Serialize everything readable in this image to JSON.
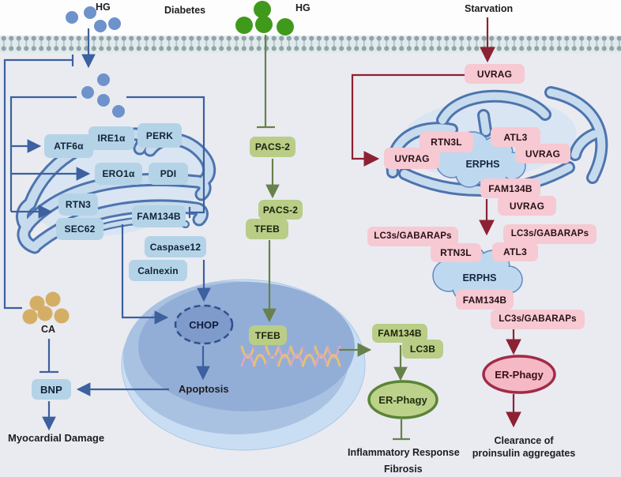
{
  "top": {
    "hg_left": "HG",
    "diabetes": "Diabetes",
    "hg_center": "HG",
    "starvation": "Starvation"
  },
  "left_er": {
    "atf6a": "ATF6α",
    "ire1a": "IRE1α",
    "perk": "PERK",
    "ero1a": "ERO1α",
    "pdi": "PDI",
    "rtn3": "RTN3",
    "fam134b": "FAM134B",
    "sec62": "SEC62"
  },
  "left_path": {
    "caspase12": "Caspase12",
    "calnexin": "Calnexin",
    "chop": "CHOP",
    "apoptosis": "Apoptosis",
    "ca": "CA",
    "bnp": "BNP",
    "myocardial_damage": "Myocardial Damage"
  },
  "mid_path": {
    "pacs2_upper": "PACS-2",
    "pacs2_lower": "PACS-2",
    "tfeb_pair": "TFEB",
    "tfeb_nucleus": "TFEB",
    "fam134b": "FAM134B",
    "lc3b": "LC3B",
    "er_phagy": "ER-Phagy",
    "inflammatory_response": "Inflammatory Response",
    "fibrosis": "Fibrosis"
  },
  "right_path": {
    "uvrag_entry": "UVRAG",
    "complex1": {
      "uvrag_left": "UVRAG",
      "rtn3l": "RTN3L",
      "atl3": "ATL3",
      "uvrag_right": "UVRAG",
      "erphs": "ERPHS",
      "fam134b": "FAM134B",
      "uvrag_bottom": "UVRAG"
    },
    "complex2": {
      "lc3s_left": "LC3s/GABARAPs",
      "lc3s_right": "LC3s/GABARAPs",
      "rtn3l": "RTN3L",
      "atl3": "ATL3",
      "erphs": "ERPHS",
      "fam134b": "FAM134B",
      "lc3s_bottom": "LC3s/GABARAPs"
    },
    "er_phagy": "ER-Phagy",
    "clearance_line1": "Clearance of",
    "clearance_line2": "proinsulin aggregates"
  },
  "colors": {
    "background": "#e9ebf1",
    "extracellular": "#fdfdfe",
    "membrane_heads": "#91a4ac",
    "blue_arrow": "#3c60a0",
    "olive_arrow": "#67814b",
    "darkred_arrow": "#8c2133",
    "er_tube_dark": "#4d74ae",
    "er_tube_light": "#c7dbee",
    "nucleus_outer": "#c9def2",
    "nucleus_inner": "#92aed6",
    "box_blue": "#b4d3e7",
    "box_green": "#b9cd87",
    "box_pink": "#f7c9d2",
    "cloud_fill": "#bed9ef",
    "erphagy_green_fill": "#bcd28b",
    "erphagy_green_border": "#5a8434",
    "erphagy_pink_fill": "#f4b9c5",
    "erphagy_pink_border": "#a12b46",
    "glucose_blue": "#6e92cb",
    "glucose_green": "#3f9a1c",
    "calcium_tan": "#d5ae66"
  }
}
